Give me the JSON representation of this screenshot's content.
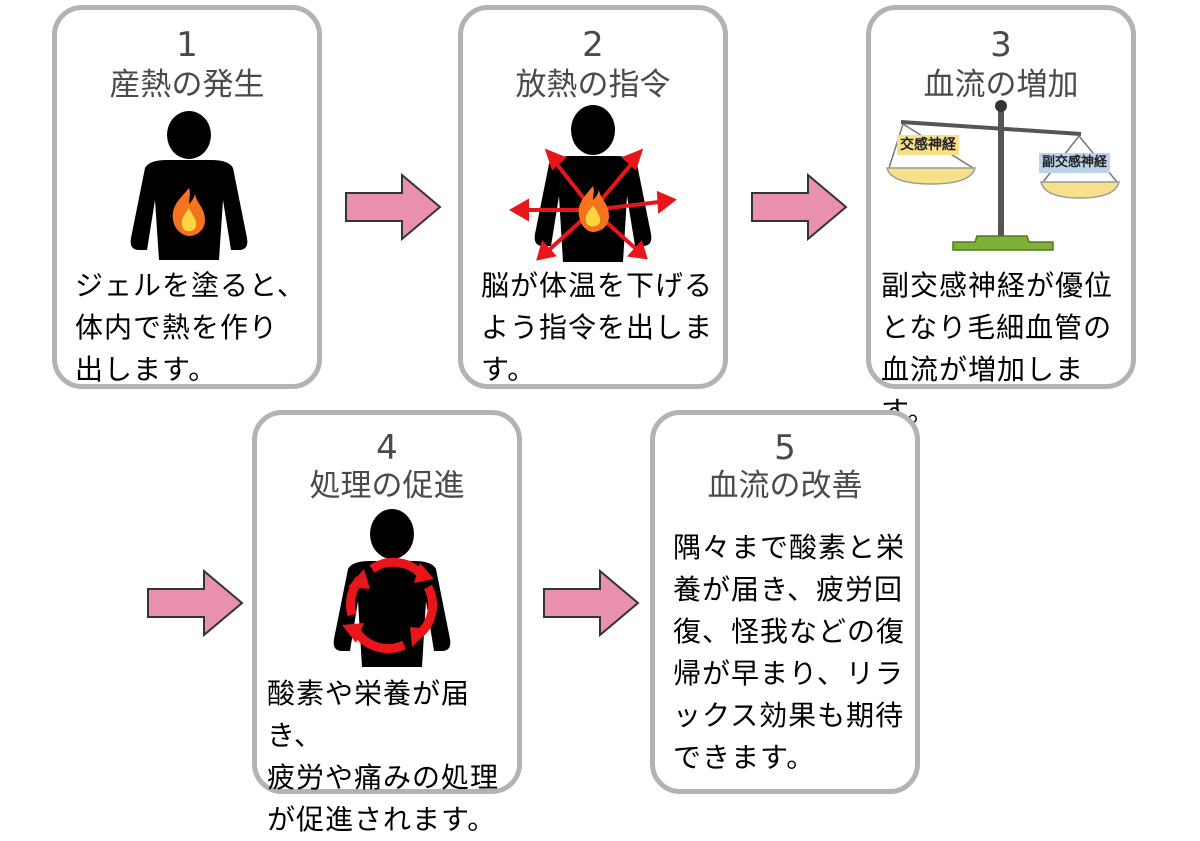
{
  "steps": [
    {
      "number": "1",
      "title": "産熱の発生",
      "text": "ジェルを塗ると、\n体内で熱を作り\n出します。"
    },
    {
      "number": "2",
      "title": "放熱の指令",
      "text": "脳が体温を下げる\nよう指令を出しま\nす。"
    },
    {
      "number": "3",
      "title": "血流の増加",
      "text": "副交感神経が優位\nとなり毛細血管の\n血流が増加します。",
      "scale_labels": {
        "left": "交感神経",
        "right": "副交感神経"
      }
    },
    {
      "number": "4",
      "title": "処理の促進",
      "text": "酸素や栄養が届き、\n疲労や痛みの処理\nが促進されます。"
    },
    {
      "number": "5",
      "title": "血流の改善",
      "text": "隅々まで酸素と栄\n養が届き、疲労回\n復、怪我などの復\n帰が早まり、リラ\nックス効果も期待\nできます。"
    }
  ],
  "colors": {
    "card_border": "#b3b3b3",
    "arrow_fill": "#e991ac",
    "figure": "#000000",
    "red_arrows": "#e8151b",
    "scale_base": "#7fb03a",
    "label_left_bg": "#f7e089",
    "label_right_bg": "#bcd3ea"
  },
  "icons": [
    "person-fire-icon",
    "person-radiating-arrows-icon",
    "balance-scale-icon",
    "person-circulation-icon",
    "flow-arrow-icon"
  ]
}
